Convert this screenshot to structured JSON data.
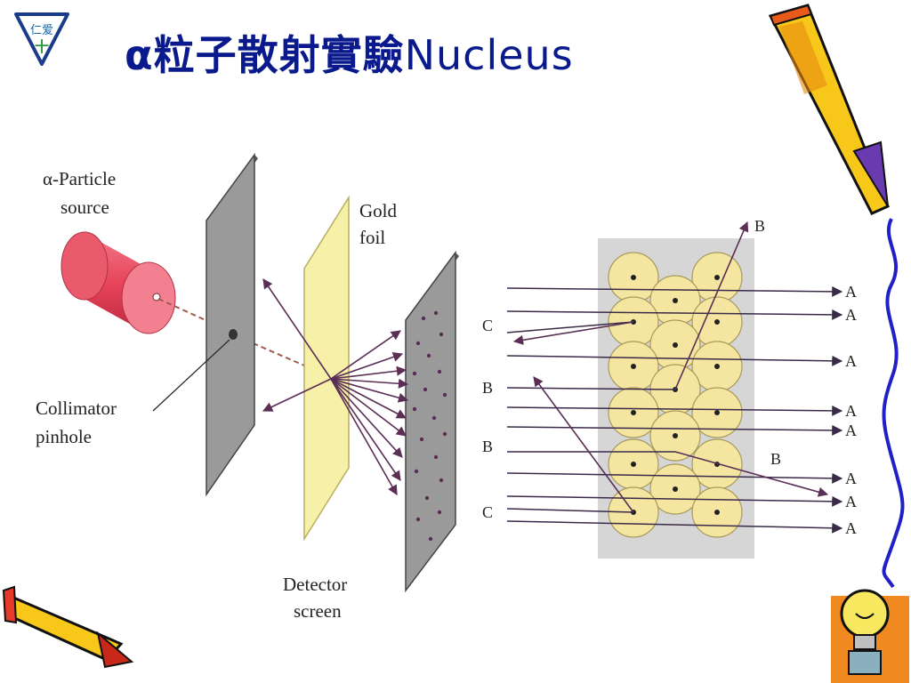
{
  "slide": {
    "title_cjk": "α粒子散射實驗",
    "title_latin": "Nucleus",
    "logo_text_top": "仁爱",
    "logo_text_bottom": "十"
  },
  "apparatus": {
    "source_label_line1": "α-Particle",
    "source_label_line2": "source",
    "foil_label_line1": "Gold",
    "foil_label_line2": "foil",
    "pinhole_label_line1": "Collimator",
    "pinhole_label_line2": "pinhole",
    "screen_label_line1": "Detector",
    "screen_label_line2": "screen"
  },
  "atom_model": {
    "labels_right": [
      "A",
      "A",
      "A",
      "A",
      "A",
      "A",
      "A",
      "A"
    ],
    "labels_left": [
      "C",
      "B",
      "B",
      "C"
    ],
    "label_top_b": "B",
    "label_mid_b": "B"
  },
  "colors": {
    "title": "#0a1a8c",
    "source_cylinder": "#e8455a",
    "gold_foil": "#f6f0a8",
    "plate": "#9a9a9a",
    "ray": "#5a2e55",
    "atom_fill": "#f4e6a0",
    "foil_bg": "#d6d6d6",
    "pencil_yellow": "#f7c81a",
    "border_blue": "#2020c8"
  },
  "decorations": {
    "logo": "school-logo",
    "pencil_top_right": "pencil-icon",
    "pencil_bottom_left": "pencil-icon",
    "lightbulb": "lightbulb-icon",
    "wavy_border": "wavy-border-line"
  }
}
